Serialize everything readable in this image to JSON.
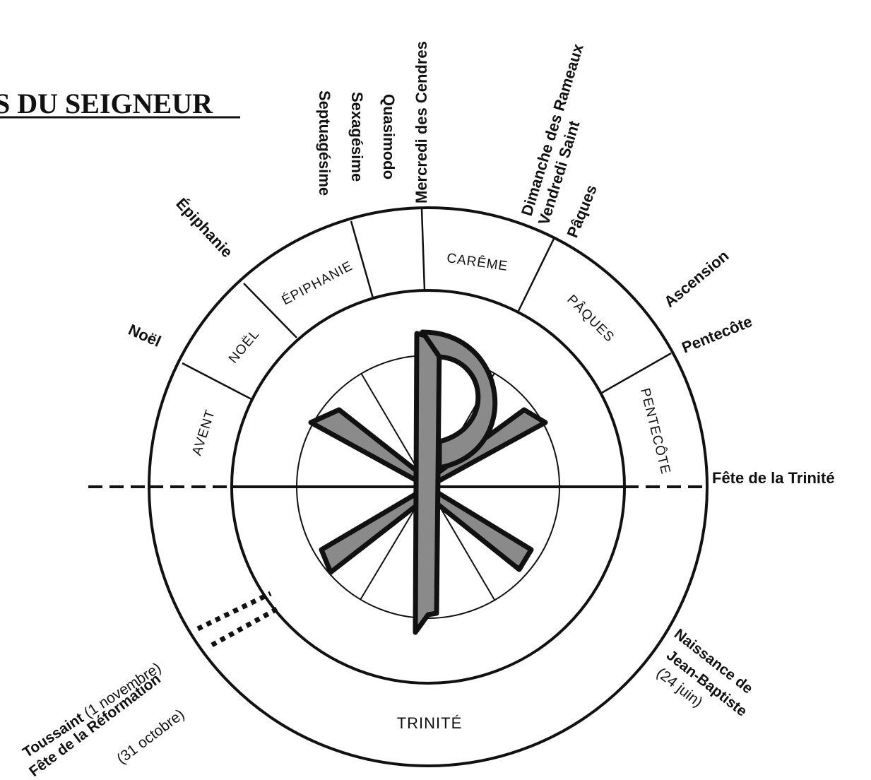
{
  "title": "S DU SEIGNEUR",
  "seasons": {
    "avent": "AVENT",
    "noel": "NOËL",
    "epiphanie": "ÉPIPHANIE",
    "careme": "CARÊME",
    "paques": "PÂQUES",
    "pentecote": "PENTECÔTE",
    "trinite": "TRINITÉ"
  },
  "feasts": {
    "septuagesime": "Septuagésime",
    "sexagesime": "Sexagésime",
    "quasimodo": "Quasimodo",
    "mercredi_cendres": "Mercredi des Cendres",
    "dimanche_rameaux": "Dimanche des Rameaux",
    "vendredi_saint": "Vendredi Saint",
    "paques": "Pâques",
    "ascension": "Ascension",
    "pentecote": "Pentecôte",
    "fete_trinite": "Fête de la Trinité",
    "epiphanie": "Épiphanie",
    "noel": "Noël",
    "toussaint": "Toussaint",
    "toussaint_date": " (1 novembre)",
    "reformation": "Fête de la Réformation",
    "reformation_date": "(31 octobre)",
    "naissance": "Naissance de",
    "jean_baptiste": "Jean-Baptiste",
    "naissance_date": "(24 juin)"
  },
  "colors": {
    "ink": "#111111",
    "symbol_fill": "#8a8a8a"
  },
  "symbol": "chi-rho-icon"
}
